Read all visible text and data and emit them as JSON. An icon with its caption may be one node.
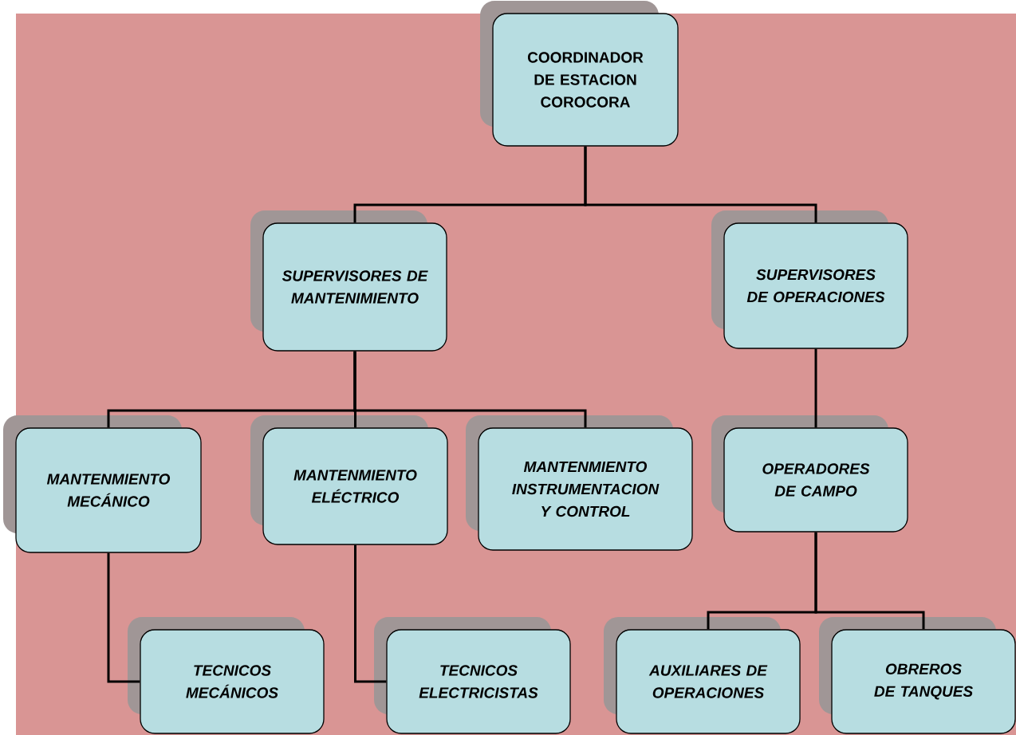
{
  "diagram": {
    "nodes": [
      {
        "text": [
          "COORDINADOR DE ESTACION COROCORA"
        ]
      },
      {
        "text": [
          "SUPERVISORES DE MANTENIMIENTO"
        ]
      },
      {
        "text": [
          "SUPERVISORES DE OPERACIONES"
        ]
      },
      {
        "text": [
          "MANTENMIENTO MECÁNICO"
        ]
      },
      {
        "text": [
          "MANTENMIENTO ELÉCTRICO"
        ]
      },
      {
        "text": [
          "MANTENMIENTO INSTRUMENTACION Y CONTROL"
        ]
      },
      {
        "text": [
          "OPERADORES DE CAMPO"
        ]
      },
      {
        "text": [
          "TECNICOS MECÁNICOS"
        ]
      },
      {
        "text": [
          "TECNICOS ELECTRICISTAS"
        ]
      },
      {
        "text": [
          "AUXILIARES DE OPERACIONES"
        ]
      },
      {
        "text": [
          "OBREROS DE TANQUES"
        ]
      }
    ],
    "edges": [
      {
        "from": 0,
        "to": 1,
        "arrow": "none"
      },
      {
        "from": 0,
        "to": 2,
        "arrow": "none"
      },
      {
        "from": 1,
        "to": 3,
        "arrow": "none"
      },
      {
        "from": 1,
        "to": 4,
        "arrow": "none"
      },
      {
        "from": 1,
        "to": 5,
        "arrow": "none"
      },
      {
        "from": 2,
        "to": 6,
        "arrow": "none"
      },
      {
        "from": 3,
        "to": 7,
        "arrow": "none"
      },
      {
        "from": 4,
        "to": 8,
        "arrow": "none"
      },
      {
        "from": 6,
        "to": 9,
        "arrow": "none"
      },
      {
        "from": 6,
        "to": 10,
        "arrow": "none"
      }
    ]
  }
}
